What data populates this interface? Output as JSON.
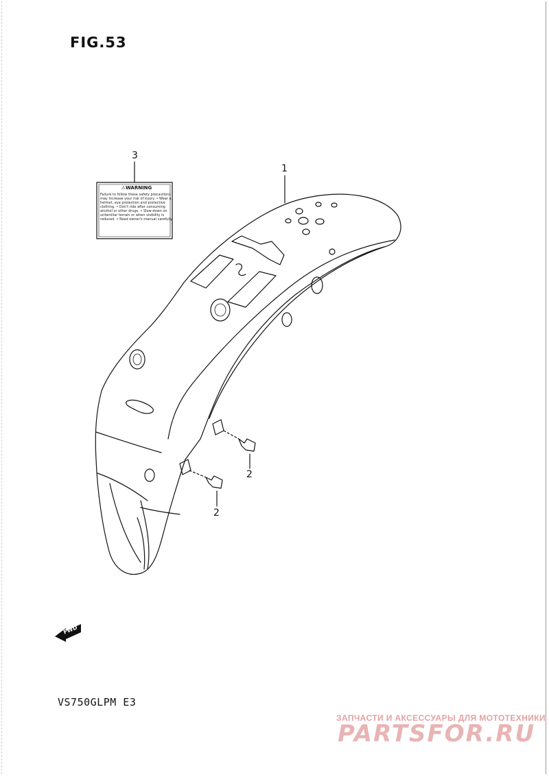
{
  "figure": {
    "title": "FIG.53",
    "model": "VS750GLPM  E3"
  },
  "callouts": [
    {
      "id": "callout-1",
      "number": "1"
    },
    {
      "id": "callout-2a",
      "number": "2"
    },
    {
      "id": "callout-2b",
      "number": "2"
    },
    {
      "id": "callout-3",
      "number": "3"
    }
  ],
  "warning_label": {
    "heading": "⚠WARNING",
    "text": "Failure to follow these safety precautions may increase your risk of injury. • Wear a helmet, eye protection and protective clothing. • Don't ride after consuming alcohol or other drugs. • Slow down on unfamiliar terrain or when visibility is reduced. • Read owner's manual carefully."
  },
  "direction_badge": "FWD",
  "watermark": {
    "tagline": "ЗАПЧАСТИ И АКСЕССУАРЫ ДЛЯ МОТОТЕХНИКИ",
    "logo": "PARTSFOR.RU"
  },
  "icons": {
    "fwd": "fwd-arrow-icon",
    "warning": "warning-triangle-icon"
  }
}
